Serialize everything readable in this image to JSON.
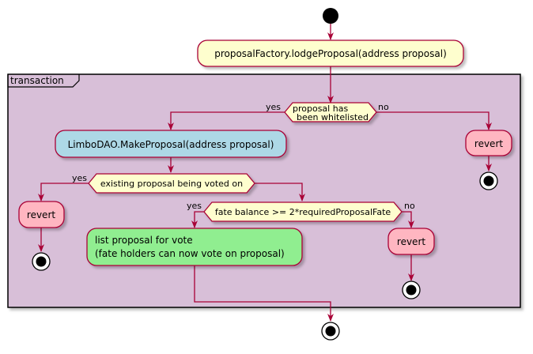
{
  "diagram": {
    "entry_action": "proposalFactory.lodgeProposal(address proposal)",
    "partition_label": "transaction",
    "decision_whitelist": {
      "line1": "proposal has",
      "line2": "been whitelisted",
      "yes_label": "yes",
      "no_label": "no"
    },
    "make_proposal_action": "LimboDAO.MakeProposal(address proposal)",
    "revert_whitelist": "revert",
    "decision_existing": {
      "text": "existing proposal being voted on",
      "yes_label": "yes"
    },
    "revert_existing": "revert",
    "decision_balance": {
      "text": "fate balance >= 2*requiredProposalFate",
      "yes_label": "yes",
      "no_label": "no"
    },
    "list_action": {
      "line1": "list proposal for vote",
      "line2": "(fate holders can now vote on proposal)"
    },
    "revert_balance": "revert"
  },
  "colors": {
    "arrow": "#A80036",
    "partition_fill": "#D8BFD8",
    "action_fill": "#FEFECE",
    "make_proposal_fill": "#ADD8E6",
    "revert_fill": "#FFB6C1",
    "list_fill": "#90EE90",
    "decision_fill": "#FEFECE"
  }
}
